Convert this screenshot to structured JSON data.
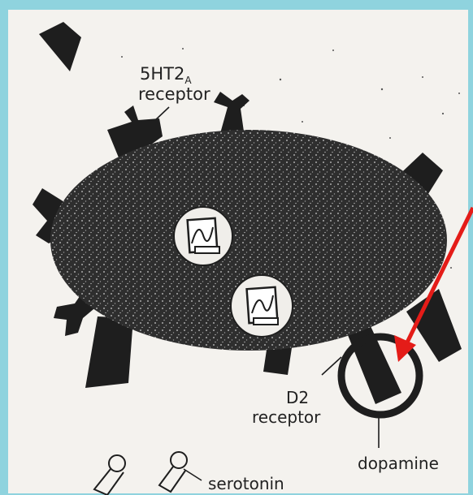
{
  "labels": {
    "receptor_5ht2a_main": "5HT2",
    "receptor_5ht2a_sub": "A",
    "receptor_5ht2a_word": "receptor",
    "d2_main": "D2",
    "d2_word": "receptor",
    "dopamine": "dopamine",
    "serotonin": "serotonin"
  },
  "colors": {
    "frame": "#8fd3de",
    "paper": "#f4f2ee",
    "ink": "#1e1e1e",
    "arrow": "#e41c18"
  }
}
